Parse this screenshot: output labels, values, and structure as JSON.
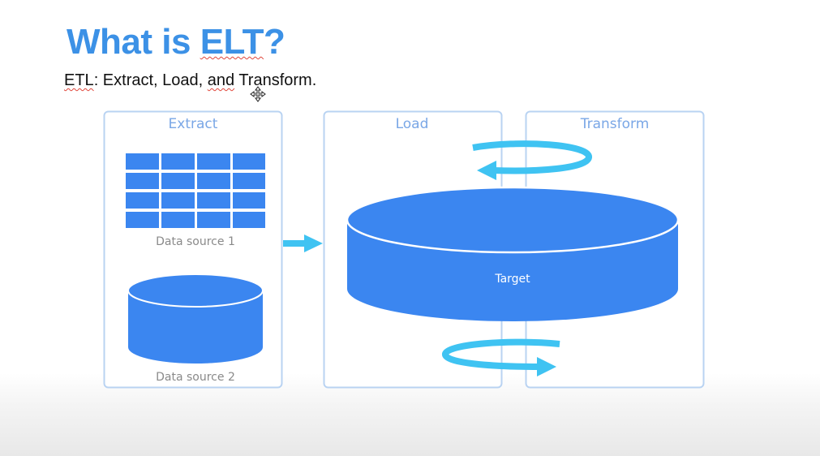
{
  "slide": {
    "title_parts": [
      "What is ",
      "ELT",
      "?"
    ],
    "subtitle_parts": [
      "ETL",
      ": Extract, Load, ",
      "and",
      " Transform."
    ]
  },
  "diagram": {
    "panels": {
      "extract": "Extract",
      "load": "Load",
      "transform": "Transform"
    },
    "sources": {
      "table": "Data source 1",
      "database": "Data source 2"
    },
    "target": "Target"
  },
  "colors": {
    "accent": "#3c91e6",
    "shape_blue": "#3b86f0",
    "arrow_cyan": "#3fc3f2",
    "panel_border": "#b9d3f2",
    "panel_label": "#7aa7e6",
    "caption_gray": "#8a8a8a"
  },
  "icons": [
    "move-cursor-icon",
    "cycle-arrow-icon",
    "right-arrow-icon"
  ]
}
